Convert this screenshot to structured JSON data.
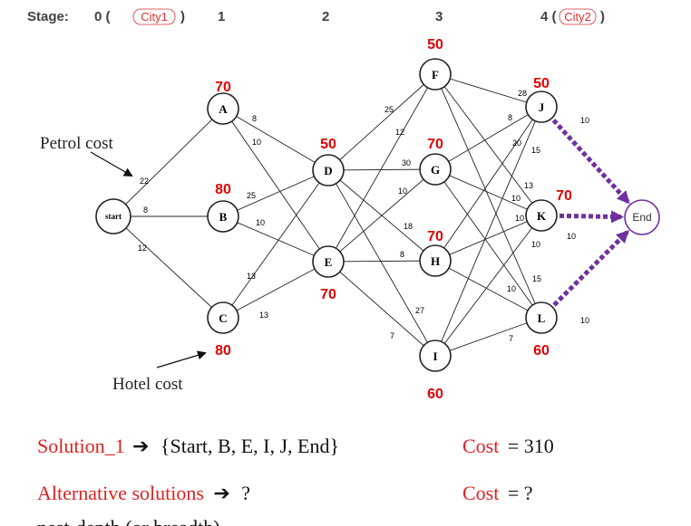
{
  "stages": {
    "prefix": "Stage:",
    "items": [
      {
        "num": "0 (",
        "city": "City1",
        "close": ")"
      },
      {
        "num": "1"
      },
      {
        "num": "2"
      },
      {
        "num": "3"
      },
      {
        "num": "4 (",
        "city": "City2",
        "close": ")"
      }
    ]
  },
  "nodes": [
    {
      "id": "start",
      "label": "start",
      "hotel": ""
    },
    {
      "id": "A",
      "label": "A",
      "hotel": "70"
    },
    {
      "id": "B",
      "label": "B",
      "hotel": "80"
    },
    {
      "id": "C",
      "label": "C",
      "hotel": "80"
    },
    {
      "id": "D",
      "label": "D",
      "hotel": "50"
    },
    {
      "id": "E",
      "label": "E",
      "hotel": "70"
    },
    {
      "id": "F",
      "label": "F",
      "hotel": "50"
    },
    {
      "id": "G",
      "label": "G",
      "hotel": "70"
    },
    {
      "id": "H",
      "label": "H",
      "hotel": "70"
    },
    {
      "id": "I",
      "label": "I",
      "hotel": "60"
    },
    {
      "id": "J",
      "label": "J",
      "hotel": "50"
    },
    {
      "id": "K",
      "label": "K",
      "hotel": "70"
    },
    {
      "id": "L",
      "label": "L",
      "hotel": "60"
    },
    {
      "id": "End",
      "label": "End",
      "hotel": ""
    }
  ],
  "edges": [
    {
      "from": "start",
      "to": "A",
      "weight": "22"
    },
    {
      "from": "start",
      "to": "B",
      "weight": "8"
    },
    {
      "from": "start",
      "to": "C",
      "weight": "12"
    },
    {
      "from": "A",
      "to": "D",
      "weight": "8"
    },
    {
      "from": "A",
      "to": "E",
      "weight": "10"
    },
    {
      "from": "B",
      "to": "D",
      "weight": "25"
    },
    {
      "from": "B",
      "to": "E",
      "weight": "10"
    },
    {
      "from": "C",
      "to": "D",
      "weight": "13"
    },
    {
      "from": "C",
      "to": "E",
      "weight": "13"
    },
    {
      "from": "D",
      "to": "F",
      "weight": "25"
    },
    {
      "from": "D",
      "to": "G",
      "weight": "30"
    },
    {
      "from": "D",
      "to": "H",
      "weight": "18"
    },
    {
      "from": "D",
      "to": "I",
      "weight": "27"
    },
    {
      "from": "E",
      "to": "F",
      "weight": "12"
    },
    {
      "from": "E",
      "to": "G",
      "weight": "10"
    },
    {
      "from": "E",
      "to": "H",
      "weight": "8"
    },
    {
      "from": "E",
      "to": "I",
      "weight": "7"
    },
    {
      "from": "F",
      "to": "J",
      "weight": "28"
    },
    {
      "from": "F",
      "to": "K",
      "weight": ""
    },
    {
      "from": "F",
      "to": "L",
      "weight": ""
    },
    {
      "from": "G",
      "to": "J",
      "weight": "8"
    },
    {
      "from": "G",
      "to": "K",
      "weight": "13"
    },
    {
      "from": "G",
      "to": "L",
      "weight": ""
    },
    {
      "from": "H",
      "to": "J",
      "weight": "15"
    },
    {
      "from": "H",
      "to": "K",
      "weight": "10"
    },
    {
      "from": "H",
      "to": "L",
      "weight": "15"
    },
    {
      "from": "I",
      "to": "J",
      "weight": "20"
    },
    {
      "from": "I",
      "to": "K",
      "weight": "10"
    },
    {
      "from": "I",
      "to": "L",
      "weight": "7"
    },
    {
      "from": "J",
      "to": "End",
      "weight": "10"
    },
    {
      "from": "K",
      "to": "End",
      "weight": "10"
    },
    {
      "from": "L",
      "to": "End",
      "weight": "10"
    }
  ],
  "extra_weights": [
    "10",
    "10"
  ],
  "annotations": {
    "petrol": "Petrol cost",
    "hotel": "Hotel cost"
  },
  "solutions": [
    {
      "label": "Solution_1",
      "arrow": "➔",
      "text": "{Start, B, E, I, J, End}",
      "cost_label": "Cost",
      "cost_value": "= 310"
    },
    {
      "label": "Alternative solutions",
      "arrow": "➔",
      "text": "?",
      "cost_label": "Cost",
      "cost_value": "= ?"
    }
  ],
  "footer": "nest-depth (or breadth)",
  "colors": {
    "hotel": "#e00000",
    "dotted_arrow": "#7030a0",
    "city": "#e03030"
  }
}
